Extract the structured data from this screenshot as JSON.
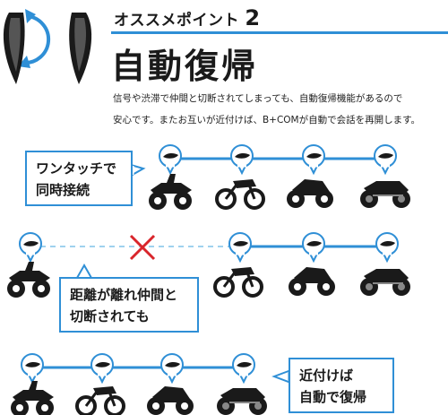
{
  "header": {
    "point_label": "オススメポイント",
    "point_number": "2",
    "title": "自動復帰",
    "description_line1": "信号や渋滞で仲間と切断されてしまっても、自動復帰機能があるので",
    "description_line2": "安心です。またお互いが近付けば、B+COMが自動で会話を再開します。"
  },
  "scene1": {
    "callout_line1": "ワンタッチで",
    "callout_line2": "同時接続"
  },
  "scene2": {
    "callout_line1": "距離が離れ仲間と",
    "callout_line2": "切断されても"
  },
  "scene3": {
    "callout_line1": "近付けば",
    "callout_line2": "自動で復帰"
  },
  "colors": {
    "accent": "#2f8fd6",
    "dark": "#1a1a1a",
    "disconnect": "#d9252b",
    "dashed": "#9fd2ee"
  },
  "icons": [
    "headset-pair-icon",
    "headset-icon",
    "atv-icon",
    "motocross-bike-icon",
    "sport-bike-icon",
    "cruiser-bike-icon",
    "disconnect-x-icon"
  ]
}
